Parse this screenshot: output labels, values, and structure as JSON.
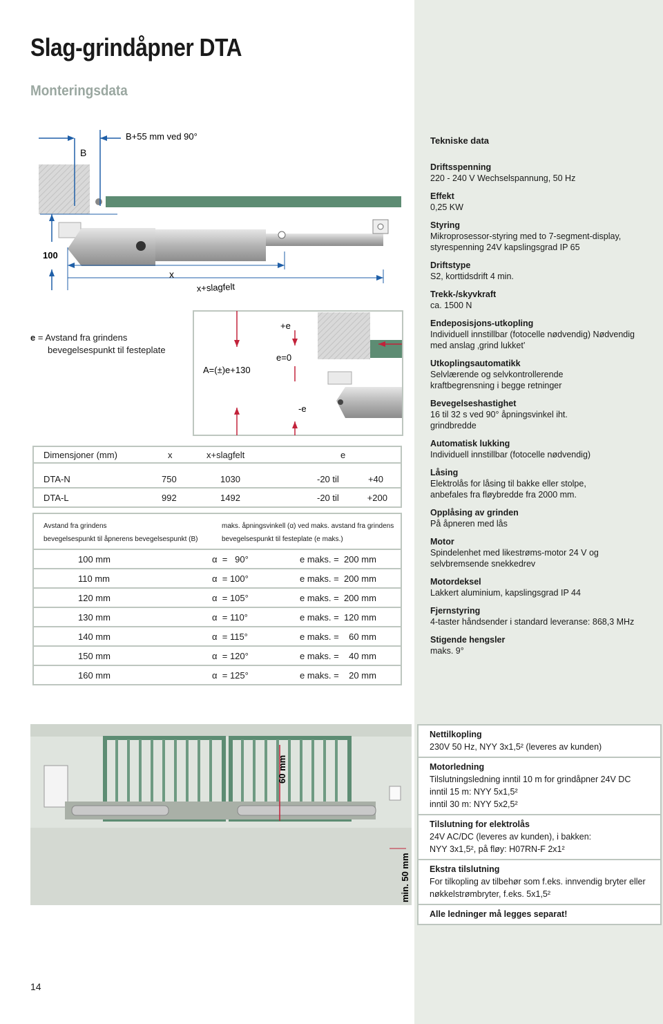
{
  "page": {
    "title": "Slag-grindåpner DTA",
    "subtitle": "Monteringsdata",
    "page_number": "14"
  },
  "diagram": {
    "label_b": "B",
    "label_b55": "B+55 mm ved 90°",
    "label_100": "100",
    "label_x": "x",
    "label_xslag": "x+slagfelt",
    "label_plus_e": "+e",
    "label_e0": "e=0",
    "label_minus_e": "-e",
    "label_a": "A=(±)e+130",
    "note_e_key": "e",
    "note_e_line1": "= Avstand fra grindens",
    "note_e_line2": "bevegelsespunkt til festeplate"
  },
  "dimensions": {
    "headers": [
      "Dimensjoner (mm)",
      "x",
      "x+slagfelt",
      "e"
    ],
    "rows": [
      {
        "model": "DTA-N",
        "x": "750",
        "xs": "1030",
        "e_from": "-20 til",
        "e_to": "+40"
      },
      {
        "model": "DTA-L",
        "x": "992",
        "xs": "1492",
        "e_from": "-20 til",
        "e_to": "+200"
      }
    ]
  },
  "angles": {
    "head_left_1": "Avstand fra grindens",
    "head_left_2": "bevegelsespunkt til åpnerens bevegelsespunkt (B)",
    "head_right_1": "maks. åpningsvinkell (α) ved maks. avstand fra grindens",
    "head_right_2": "bevegelsespunkt til festeplate (e maks.)",
    "rows": [
      {
        "dist": "100 mm",
        "alpha": "α  =   90°",
        "emax": "e maks. =  200 mm"
      },
      {
        "dist": "110 mm",
        "alpha": "α  = 100°",
        "emax": "e maks. =  200 mm"
      },
      {
        "dist": "120 mm",
        "alpha": "α  = 105°",
        "emax": "e maks. =  200 mm"
      },
      {
        "dist": "130 mm",
        "alpha": "α  = 110°",
        "emax": "e maks. =  120 mm"
      },
      {
        "dist": "140 mm",
        "alpha": "α  = 115°",
        "emax": "e maks. =    60 mm"
      },
      {
        "dist": "150 mm",
        "alpha": "α  = 120°",
        "emax": "e maks. =    40 mm"
      },
      {
        "dist": "160 mm",
        "alpha": "α  = 125°",
        "emax": "e maks. =    20 mm"
      }
    ]
  },
  "tech": {
    "heading": "Tekniske data",
    "items": [
      {
        "label": "Driftsspenning",
        "text": "220 - 240 V Wechselspannung, 50 Hz"
      },
      {
        "label": "Effekt",
        "text": "0,25 KW"
      },
      {
        "label": "Styring",
        "text": "Mikroprosessor-styring med to 7-segment-display, styrespenning 24V kapslingsgrad IP 65"
      },
      {
        "label": "Driftstype",
        "text": "S2, korttidsdrift 4 min."
      },
      {
        "label": "Trekk-/skyvkraft",
        "text": "ca. 1500 N"
      },
      {
        "label": "Endeposisjons-utkopling",
        "text": "Individuell innstillbar (fotocelle nødvendig) Nødvendig med anslag ‚grind lukket’"
      },
      {
        "label": "Utkoplingsautomatikk",
        "text": "Selvlærende og selvkontrollerende kraftbegrensning i begge retninger"
      },
      {
        "label": "Bevegelseshastighet",
        "text": "16 til 32 s ved 90° åpningsvinkel iht. grindbredde"
      },
      {
        "label": "Automatisk lukking",
        "text": "Individuell innstillbar (fotocelle nødvendig)"
      },
      {
        "label": "Låsing",
        "text": "Elektrolås for låsing til bakke eller stolpe, anbefales fra fløybredde fra 2000 mm."
      },
      {
        "label": "Opplåsing av grinden",
        "text": "På åpneren med lås"
      },
      {
        "label": "Motor",
        "text": "Spindelenhet med likestrøms-motor 24 V og selvbremsende snekkedrev"
      },
      {
        "label": "Motordeksel",
        "text": "Lakkert aluminium, kapslingsgrad IP 44"
      },
      {
        "label": "Fjernstyring",
        "text": "4-taster håndsender i standard leveranse: 868,3 MHz"
      },
      {
        "label": "Stigende hengsler",
        "text": "maks. 9°"
      }
    ]
  },
  "photo": {
    "label_60": "60 mm",
    "label_min50": "min. 50 mm"
  },
  "electrical": {
    "items": [
      {
        "label": "Nettilkopling",
        "lines": [
          "230V 50 Hz, NYY 3x1,5² (leveres av kunden)"
        ]
      },
      {
        "label": "Motorledning",
        "lines": [
          "Tilslutningsledning inntil 10 m for grindåpner 24V DC",
          "inntil 15 m: NYY 5x1,5²",
          "inntil 30 m: NYY 5x2,5²"
        ]
      },
      {
        "label": "Tilslutning for elektrolås",
        "lines": [
          "24V AC/DC (leveres av kunden), i bakken:",
          "NYY 3x1,5², på fløy: H07RN-F 2x1²"
        ]
      },
      {
        "label": "Ekstra tilslutning",
        "lines": [
          "For tilkopling av tilbehør som f.eks. innvendig bryter eller nøkkelstrømbryter, f.eks. 5x1,5²"
        ]
      },
      {
        "label": "Alle ledninger må legges separat!",
        "lines": []
      }
    ]
  },
  "colors": {
    "accent_blue": "#1f5fa8",
    "accent_red": "#c2223a",
    "gate_green": "#5d8c73",
    "border_grey": "#bdc6bf"
  }
}
